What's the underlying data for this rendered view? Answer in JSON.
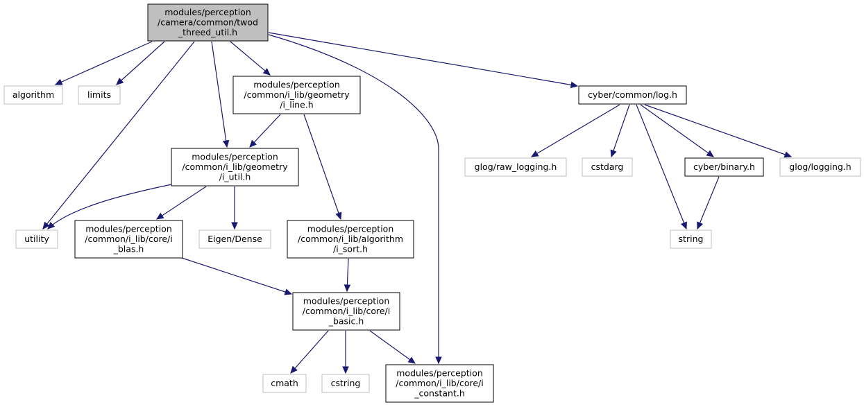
{
  "nodes": [
    {
      "id": "root",
      "lines": [
        "modules/perception",
        "/camera/common/twod",
        "_threed_util.h"
      ],
      "kind": "root"
    },
    {
      "id": "algorithm",
      "lines": [
        "algorithm"
      ],
      "kind": "system"
    },
    {
      "id": "limits",
      "lines": [
        "limits"
      ],
      "kind": "system"
    },
    {
      "id": "i_line",
      "lines": [
        "modules/perception",
        "/common/i_lib/geometry",
        "/i_line.h"
      ],
      "kind": "project"
    },
    {
      "id": "log",
      "lines": [
        "cyber/common/log.h"
      ],
      "kind": "project"
    },
    {
      "id": "i_util",
      "lines": [
        "modules/perception",
        "/common/i_lib/geometry",
        "/i_util.h"
      ],
      "kind": "project"
    },
    {
      "id": "raw_logging",
      "lines": [
        "glog/raw_logging.h"
      ],
      "kind": "system"
    },
    {
      "id": "cstdarg",
      "lines": [
        "cstdarg"
      ],
      "kind": "system"
    },
    {
      "id": "binary",
      "lines": [
        "cyber/binary.h"
      ],
      "kind": "project"
    },
    {
      "id": "logging",
      "lines": [
        "glog/logging.h"
      ],
      "kind": "system"
    },
    {
      "id": "utility",
      "lines": [
        "utility"
      ],
      "kind": "system"
    },
    {
      "id": "i_blas",
      "lines": [
        "modules/perception",
        "/common/i_lib/core/i",
        "_blas.h"
      ],
      "kind": "project"
    },
    {
      "id": "eigen",
      "lines": [
        "Eigen/Dense"
      ],
      "kind": "system"
    },
    {
      "id": "i_sort",
      "lines": [
        "modules/perception",
        "/common/i_lib/algorithm",
        "/i_sort.h"
      ],
      "kind": "project"
    },
    {
      "id": "string",
      "lines": [
        "string"
      ],
      "kind": "system"
    },
    {
      "id": "i_basic",
      "lines": [
        "modules/perception",
        "/common/i_lib/core/i",
        "_basic.h"
      ],
      "kind": "project"
    },
    {
      "id": "cmath",
      "lines": [
        "cmath"
      ],
      "kind": "system"
    },
    {
      "id": "cstring",
      "lines": [
        "cstring"
      ],
      "kind": "system"
    },
    {
      "id": "i_constant",
      "lines": [
        "modules/perception",
        "/common/i_lib/core/i",
        "_constant.h"
      ],
      "kind": "project"
    }
  ],
  "edges": [
    [
      "root",
      "algorithm"
    ],
    [
      "root",
      "limits"
    ],
    [
      "root",
      "utility"
    ],
    [
      "root",
      "i_util"
    ],
    [
      "root",
      "i_line"
    ],
    [
      "root",
      "i_constant"
    ],
    [
      "root",
      "log"
    ],
    [
      "i_line",
      "i_util"
    ],
    [
      "i_line",
      "i_sort"
    ],
    [
      "i_util",
      "utility"
    ],
    [
      "i_util",
      "i_blas"
    ],
    [
      "i_util",
      "eigen"
    ],
    [
      "i_blas",
      "i_basic"
    ],
    [
      "i_sort",
      "i_basic"
    ],
    [
      "i_basic",
      "cmath"
    ],
    [
      "i_basic",
      "cstring"
    ],
    [
      "i_basic",
      "i_constant"
    ],
    [
      "log",
      "raw_logging"
    ],
    [
      "log",
      "cstdarg"
    ],
    [
      "log",
      "binary"
    ],
    [
      "log",
      "logging"
    ],
    [
      "log",
      "string"
    ],
    [
      "binary",
      "string"
    ]
  ],
  "colors": {
    "edge": "#191970",
    "root_fill": "#bfbfbf",
    "project_border": "#000000",
    "system_border": "#bfbfbf"
  }
}
